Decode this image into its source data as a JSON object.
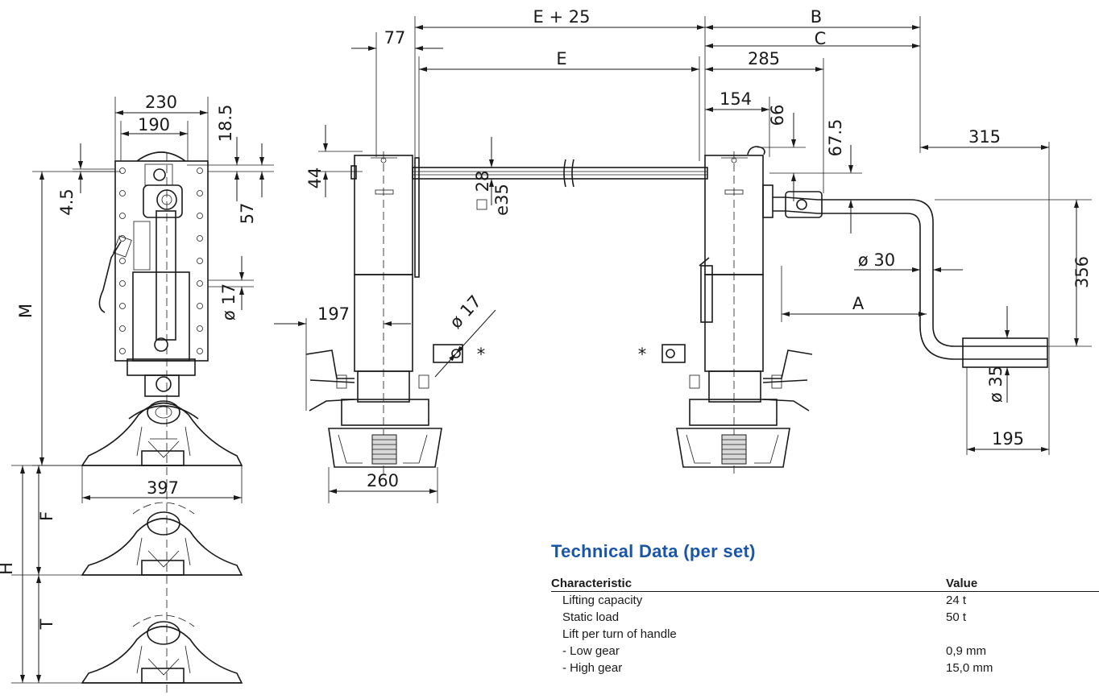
{
  "dimensions": {
    "e_plus_25": "E + 25",
    "b": "B",
    "c": "C",
    "e": "E",
    "d77": "77",
    "d285": "285",
    "d154": "154",
    "d66": "66",
    "d67_5": "67.5",
    "d315": "315",
    "d44": "44",
    "d28": "28",
    "e35": "e35",
    "d30": "ø 30",
    "d356": "356",
    "a": "A",
    "d197": "197",
    "d17_mid": "ø 17",
    "d35": "ø 35",
    "d195": "195",
    "d260": "260",
    "d230": "230",
    "d190": "190",
    "d18_5": "18.5",
    "d4_5": "4.5",
    "d57": "57",
    "d17_side": "ø 17",
    "m": "M",
    "d397": "397",
    "f": "F",
    "h": "H",
    "t": "T",
    "star_left": "*",
    "star_right": "*"
  },
  "technical_data": {
    "title": "Technical Data (per set)",
    "header": {
      "characteristic": "Characteristic",
      "value": "Value"
    },
    "rows": [
      {
        "characteristic": "Lifting capacity",
        "value": "24 t"
      },
      {
        "characteristic": "Static load",
        "value": "50 t"
      },
      {
        "characteristic": "Lift per turn of handle",
        "value": ""
      },
      {
        "characteristic": "- Low gear",
        "value": "0,9 mm"
      },
      {
        "characteristic": "- High gear",
        "value": "15,0 mm"
      }
    ]
  },
  "colors": {
    "title": "#1a56a8",
    "line": "#1a1a1a"
  }
}
